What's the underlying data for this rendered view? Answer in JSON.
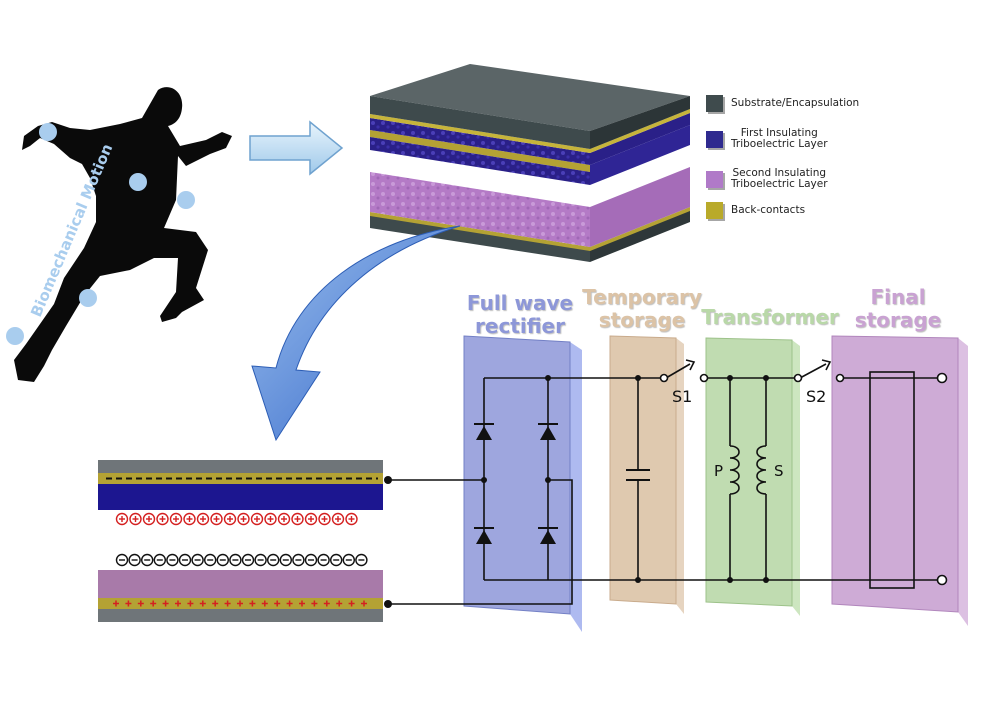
{
  "motion_label": "Biomechanical Motion",
  "legend": [
    {
      "label": "Substrate/Encapsulation",
      "color": "#3f4b4d"
    },
    {
      "label": "First Insulating\nTriboelectric Layer",
      "color": "#2f2a8f"
    },
    {
      "label": "Second Insulating\nTriboelectric Layer",
      "color": "#b07ac8"
    },
    {
      "label": "Back-contacts",
      "color": "#b9aa2a"
    }
  ],
  "stages": {
    "rectifier": {
      "label": "Full wave\nrectifier",
      "color": "#8d97d8"
    },
    "temporary": {
      "label": "Temporary\nstorage",
      "color": "#dcc3a6"
    },
    "transformer": {
      "label": "Transformer",
      "color": "#b9d8a8"
    },
    "final": {
      "label": "Final\nstorage",
      "color": "#c9a2d2"
    }
  },
  "switches": {
    "s1": "S1",
    "s2": "S2"
  },
  "coils": {
    "primary": "P",
    "secondary": "S"
  },
  "charges": {
    "positive_count": 18,
    "negative_count": 20,
    "plus_count": 21,
    "minus_count": 18
  },
  "colors": {
    "body": "#0a0a0a",
    "joint": "#a9cdee",
    "arrow": "#4f86d6",
    "substrate": "#6f7579",
    "contact": "#b4a234",
    "first_layer": "#1c1690",
    "second_layer": "#a87aa9",
    "charge_red": "#d42020"
  }
}
